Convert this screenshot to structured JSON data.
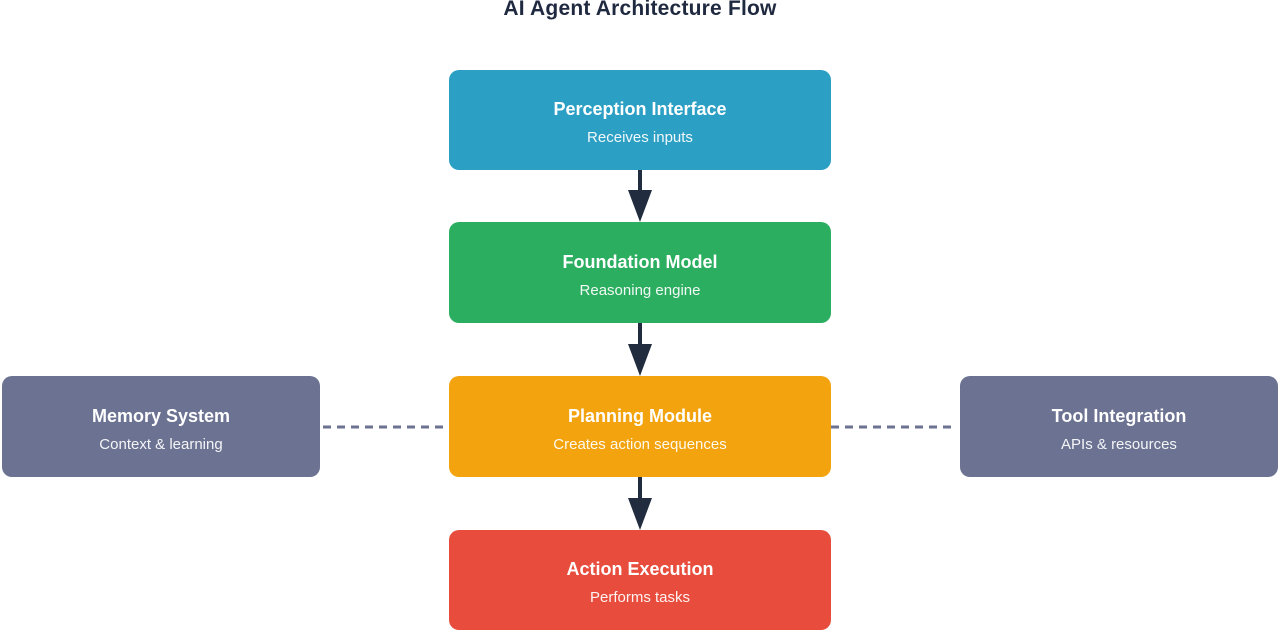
{
  "title": "AI Agent Architecture Flow",
  "colors": {
    "title_text": "#1F2940",
    "arrow": "#212D3E",
    "dashed_connector": "#6C7292",
    "node_text": "#FFFFFF",
    "background": "#FFFFFF"
  },
  "nodes": {
    "perception": {
      "label": "Perception Interface",
      "sublabel": "Receives inputs",
      "color": "#2B9FC4"
    },
    "foundation": {
      "label": "Foundation Model",
      "sublabel": "Reasoning engine",
      "color": "#2BAE60"
    },
    "planning": {
      "label": "Planning Module",
      "sublabel": "Creates action sequences",
      "color": "#F2A30D"
    },
    "action": {
      "label": "Action Execution",
      "sublabel": "Performs tasks",
      "color": "#E84C3C"
    },
    "memory": {
      "label": "Memory System",
      "sublabel": "Context & learning",
      "color": "#6C7292"
    },
    "tools": {
      "label": "Tool Integration",
      "sublabel": "APIs & resources",
      "color": "#6C7292"
    }
  },
  "edges": {
    "flow": [
      {
        "from": "perception",
        "to": "foundation",
        "style": "solid-arrow"
      },
      {
        "from": "foundation",
        "to": "planning",
        "style": "solid-arrow"
      },
      {
        "from": "planning",
        "to": "action",
        "style": "solid-arrow"
      }
    ],
    "associations": [
      {
        "from": "memory",
        "to": "planning",
        "style": "dashed"
      },
      {
        "from": "planning",
        "to": "tools",
        "style": "dashed"
      }
    ]
  }
}
